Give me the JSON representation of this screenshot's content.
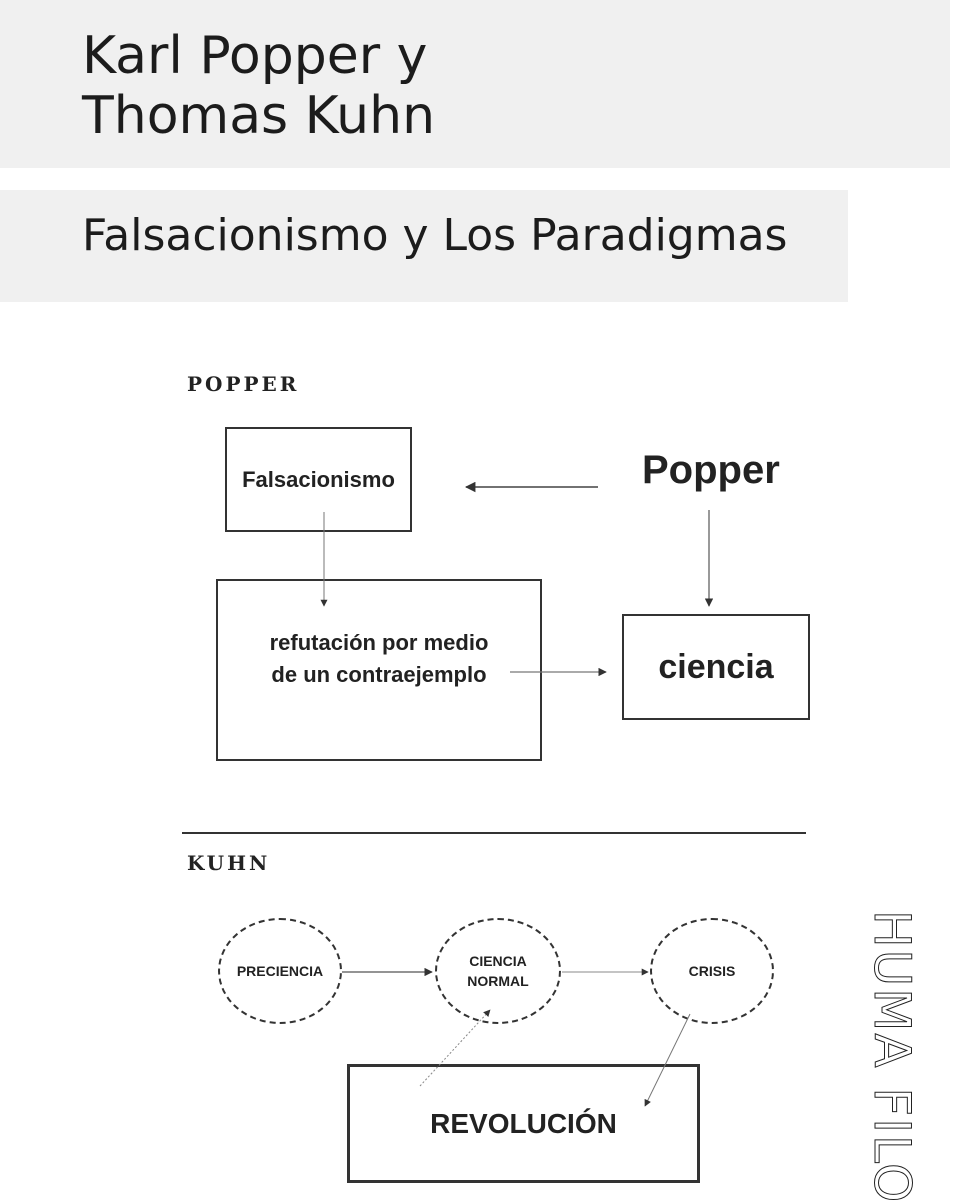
{
  "header": {
    "title_line1": "Karl Popper y",
    "title_line2": "Thomas Kuhn",
    "subtitle": "Falsacionismo y Los Paradigmas"
  },
  "popper_section": {
    "label": "POPPER",
    "nodes": {
      "falsacionismo": "Falsacionismo",
      "popper": "Popper",
      "refutacion_line1": "refutación por medio",
      "refutacion_line2": "de un contraejemplo",
      "ciencia": "ciencia"
    }
  },
  "kuhn_section": {
    "label": "KUHN",
    "nodes": {
      "preciencia": "PRECIENCIA",
      "ciencia_normal_line1": "CIENCIA",
      "ciencia_normal_line2": "NORMAL",
      "crisis": "CRISIS",
      "revolucion": "REVOLUCIÓN"
    }
  },
  "side_text": "HUMA FILO",
  "colors": {
    "banner_bg": "#f0f0f0",
    "ink": "#1a1a1a",
    "arrow": "#444444"
  }
}
